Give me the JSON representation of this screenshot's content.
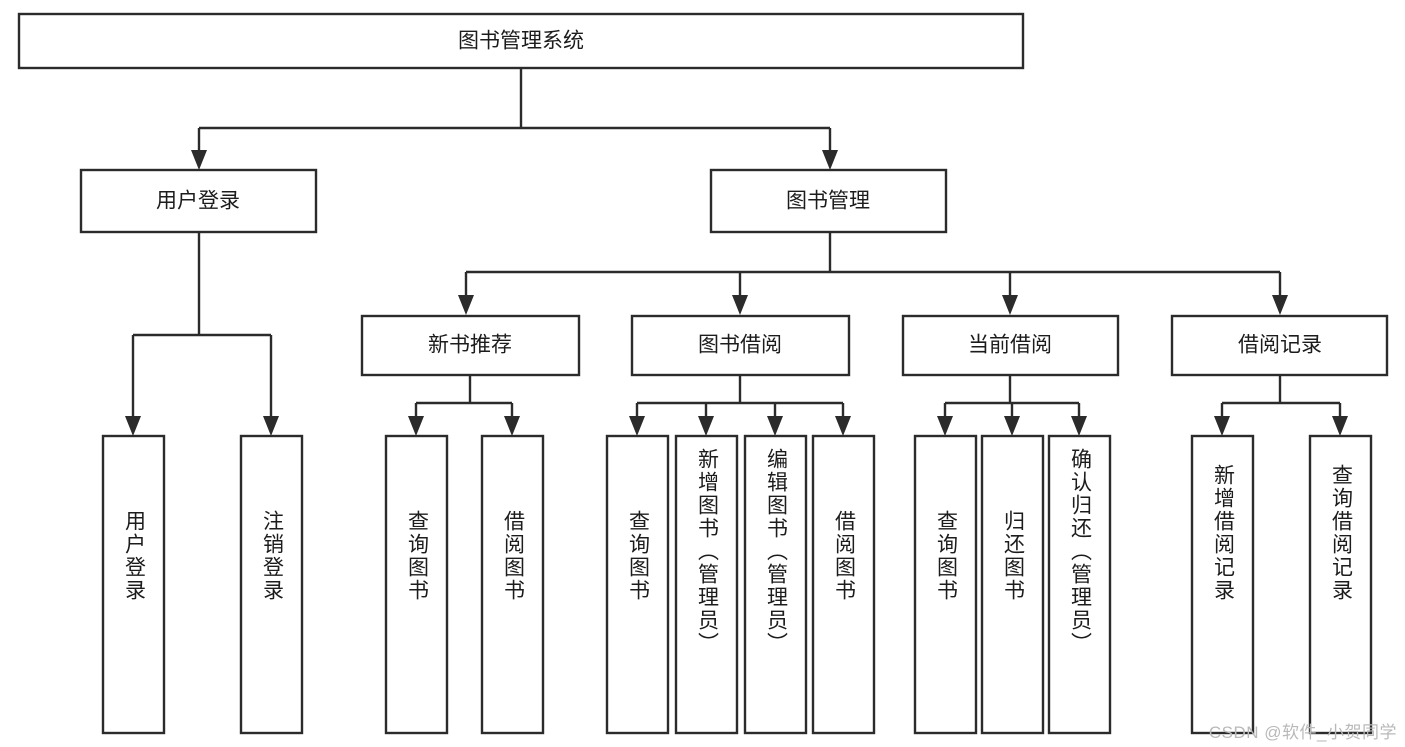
{
  "diagram": {
    "title": "图书管理系统",
    "type": "hierarchy-tree",
    "watermark": "CSDN @软件_小贺同学",
    "colors": {
      "stroke": "#2b2b2b",
      "fill": "#ffffff",
      "text": "#1c1c1c",
      "watermark": "#b9b9b9"
    },
    "levels": {
      "root": {
        "label": "图书管理系统"
      },
      "level2": [
        {
          "label": "用户登录"
        },
        {
          "label": "图书管理"
        }
      ],
      "level3": [
        {
          "label": "新书推荐"
        },
        {
          "label": "图书借阅"
        },
        {
          "label": "当前借阅"
        },
        {
          "label": "借阅记录"
        }
      ],
      "leaves": {
        "user_login": [
          {
            "label": "用户登录"
          },
          {
            "label": "注销登录"
          }
        ],
        "new_book_recommend": [
          {
            "label": "查询图书"
          },
          {
            "label": "借阅图书"
          }
        ],
        "book_borrow": [
          {
            "label": "查询图书"
          },
          {
            "label": "新增图书（管理员）"
          },
          {
            "label": "编辑图书（管理员）"
          },
          {
            "label": "借阅图书"
          }
        ],
        "current_borrow": [
          {
            "label": "查询图书"
          },
          {
            "label": "归还图书"
          },
          {
            "label": "确认归还（管理员）"
          }
        ],
        "borrow_record": [
          {
            "label": "新增借阅记录"
          },
          {
            "label": "查询借阅记录"
          }
        ]
      }
    }
  }
}
